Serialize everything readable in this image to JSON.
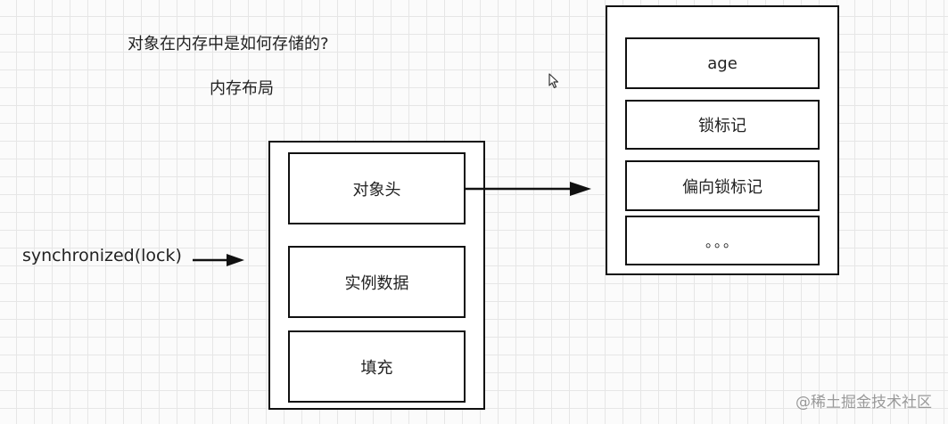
{
  "header": {
    "question": "对象在内存中是如何存储的?",
    "subtitle": "内存布局"
  },
  "input_label": "synchronized(lock)",
  "object_layout": {
    "header": "对象头",
    "instance_data": "实例数据",
    "padding": "填充"
  },
  "header_detail": {
    "age": "age",
    "lock_flag": "锁标记",
    "biased_lock_flag": "偏向锁标记",
    "ellipsis": "。。。"
  },
  "watermark": "@稀土掘金技术社区",
  "icons": {
    "cursor": "mouse-pointer-icon",
    "arrows": "arrow-right-icon"
  },
  "colors": {
    "line": "#111111",
    "grid": "#e6e6e6",
    "watermark": "#9a9a9a"
  }
}
